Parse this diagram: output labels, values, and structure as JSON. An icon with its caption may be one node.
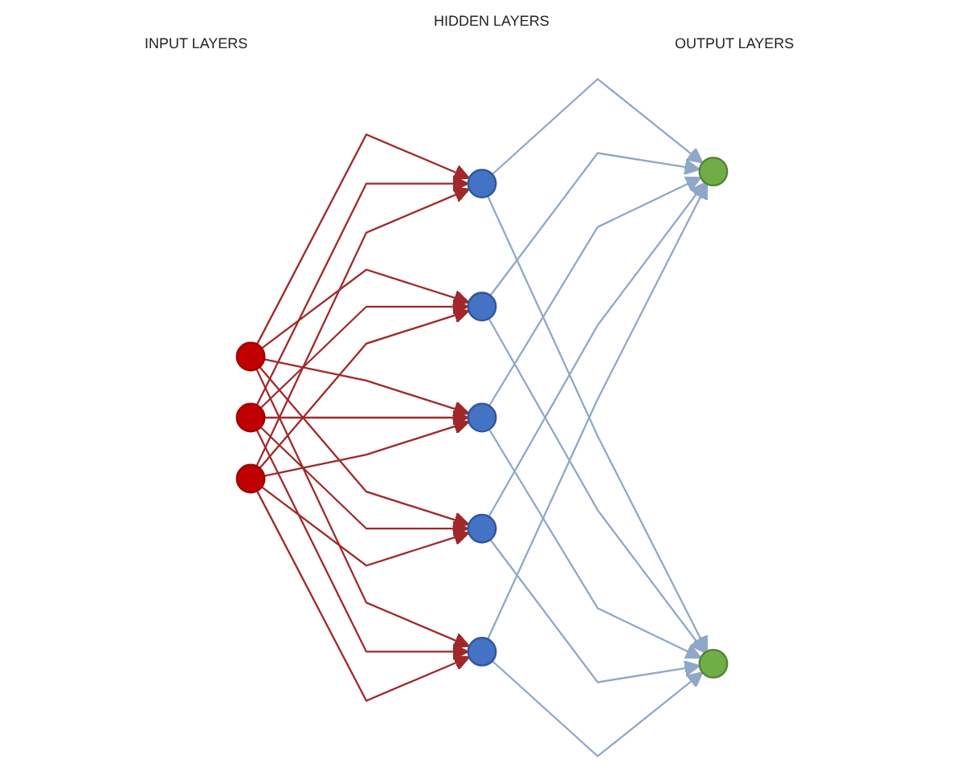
{
  "diagram": {
    "nodes": [
      {
        "text": [],
        "shape": "circle"
      },
      {
        "text": [],
        "shape": "circle"
      },
      {
        "text": [],
        "shape": "circle"
      },
      {
        "text": [],
        "shape": "circle"
      },
      {
        "text": [],
        "shape": "circle"
      },
      {
        "text": [],
        "shape": "circle"
      },
      {
        "text": [],
        "shape": "circle"
      },
      {
        "text": [],
        "shape": "circle"
      },
      {
        "text": [],
        "shape": "circle"
      },
      {
        "text": [],
        "shape": "circle"
      }
    ],
    "edges": [
      {
        "from": 0,
        "to": 3,
        "arrow": "to"
      },
      {
        "from": 0,
        "to": 4,
        "arrow": "to"
      },
      {
        "from": 0,
        "to": 5,
        "arrow": "to"
      },
      {
        "from": 0,
        "to": 6,
        "arrow": "to"
      },
      {
        "from": 0,
        "to": 7,
        "arrow": "to"
      },
      {
        "from": 1,
        "to": 3,
        "arrow": "to"
      },
      {
        "from": 1,
        "to": 4,
        "arrow": "to"
      },
      {
        "from": 1,
        "to": 5,
        "arrow": "to"
      },
      {
        "from": 1,
        "to": 6,
        "arrow": "to"
      },
      {
        "from": 1,
        "to": 7,
        "arrow": "to"
      },
      {
        "from": 2,
        "to": 3,
        "arrow": "to"
      },
      {
        "from": 2,
        "to": 4,
        "arrow": "to"
      },
      {
        "from": 2,
        "to": 5,
        "arrow": "to"
      },
      {
        "from": 2,
        "to": 6,
        "arrow": "to"
      },
      {
        "from": 2,
        "to": 7,
        "arrow": "to"
      },
      {
        "from": 3,
        "to": 8,
        "arrow": "to",
        "color": "#8fa8c8"
      },
      {
        "from": 3,
        "to": 9,
        "arrow": "to",
        "color": "#8fa8c8"
      },
      {
        "from": 4,
        "to": 8,
        "arrow": "to",
        "color": "#8fa8c8"
      },
      {
        "from": 4,
        "to": 9,
        "arrow": "to",
        "color": "#8fa8c8"
      },
      {
        "from": 5,
        "to": 8,
        "arrow": "to",
        "color": "#8fa8c8"
      },
      {
        "from": 5,
        "to": 9,
        "arrow": "to",
        "color": "#8fa8c8"
      },
      {
        "from": 6,
        "to": 8,
        "arrow": "to",
        "color": "#8fa8c8"
      },
      {
        "from": 6,
        "to": 9,
        "arrow": "to",
        "color": "#8fa8c8"
      },
      {
        "from": 7,
        "to": 8,
        "arrow": "to",
        "color": "#8fa8c8"
      },
      {
        "from": 7,
        "to": 9,
        "arrow": "to",
        "color": "#8fa8c8"
      }
    ],
    "labels": [
      "HIDDEN LAYERS",
      "INPUT LAYERS",
      "OUTPUT LAYERS"
    ]
  }
}
